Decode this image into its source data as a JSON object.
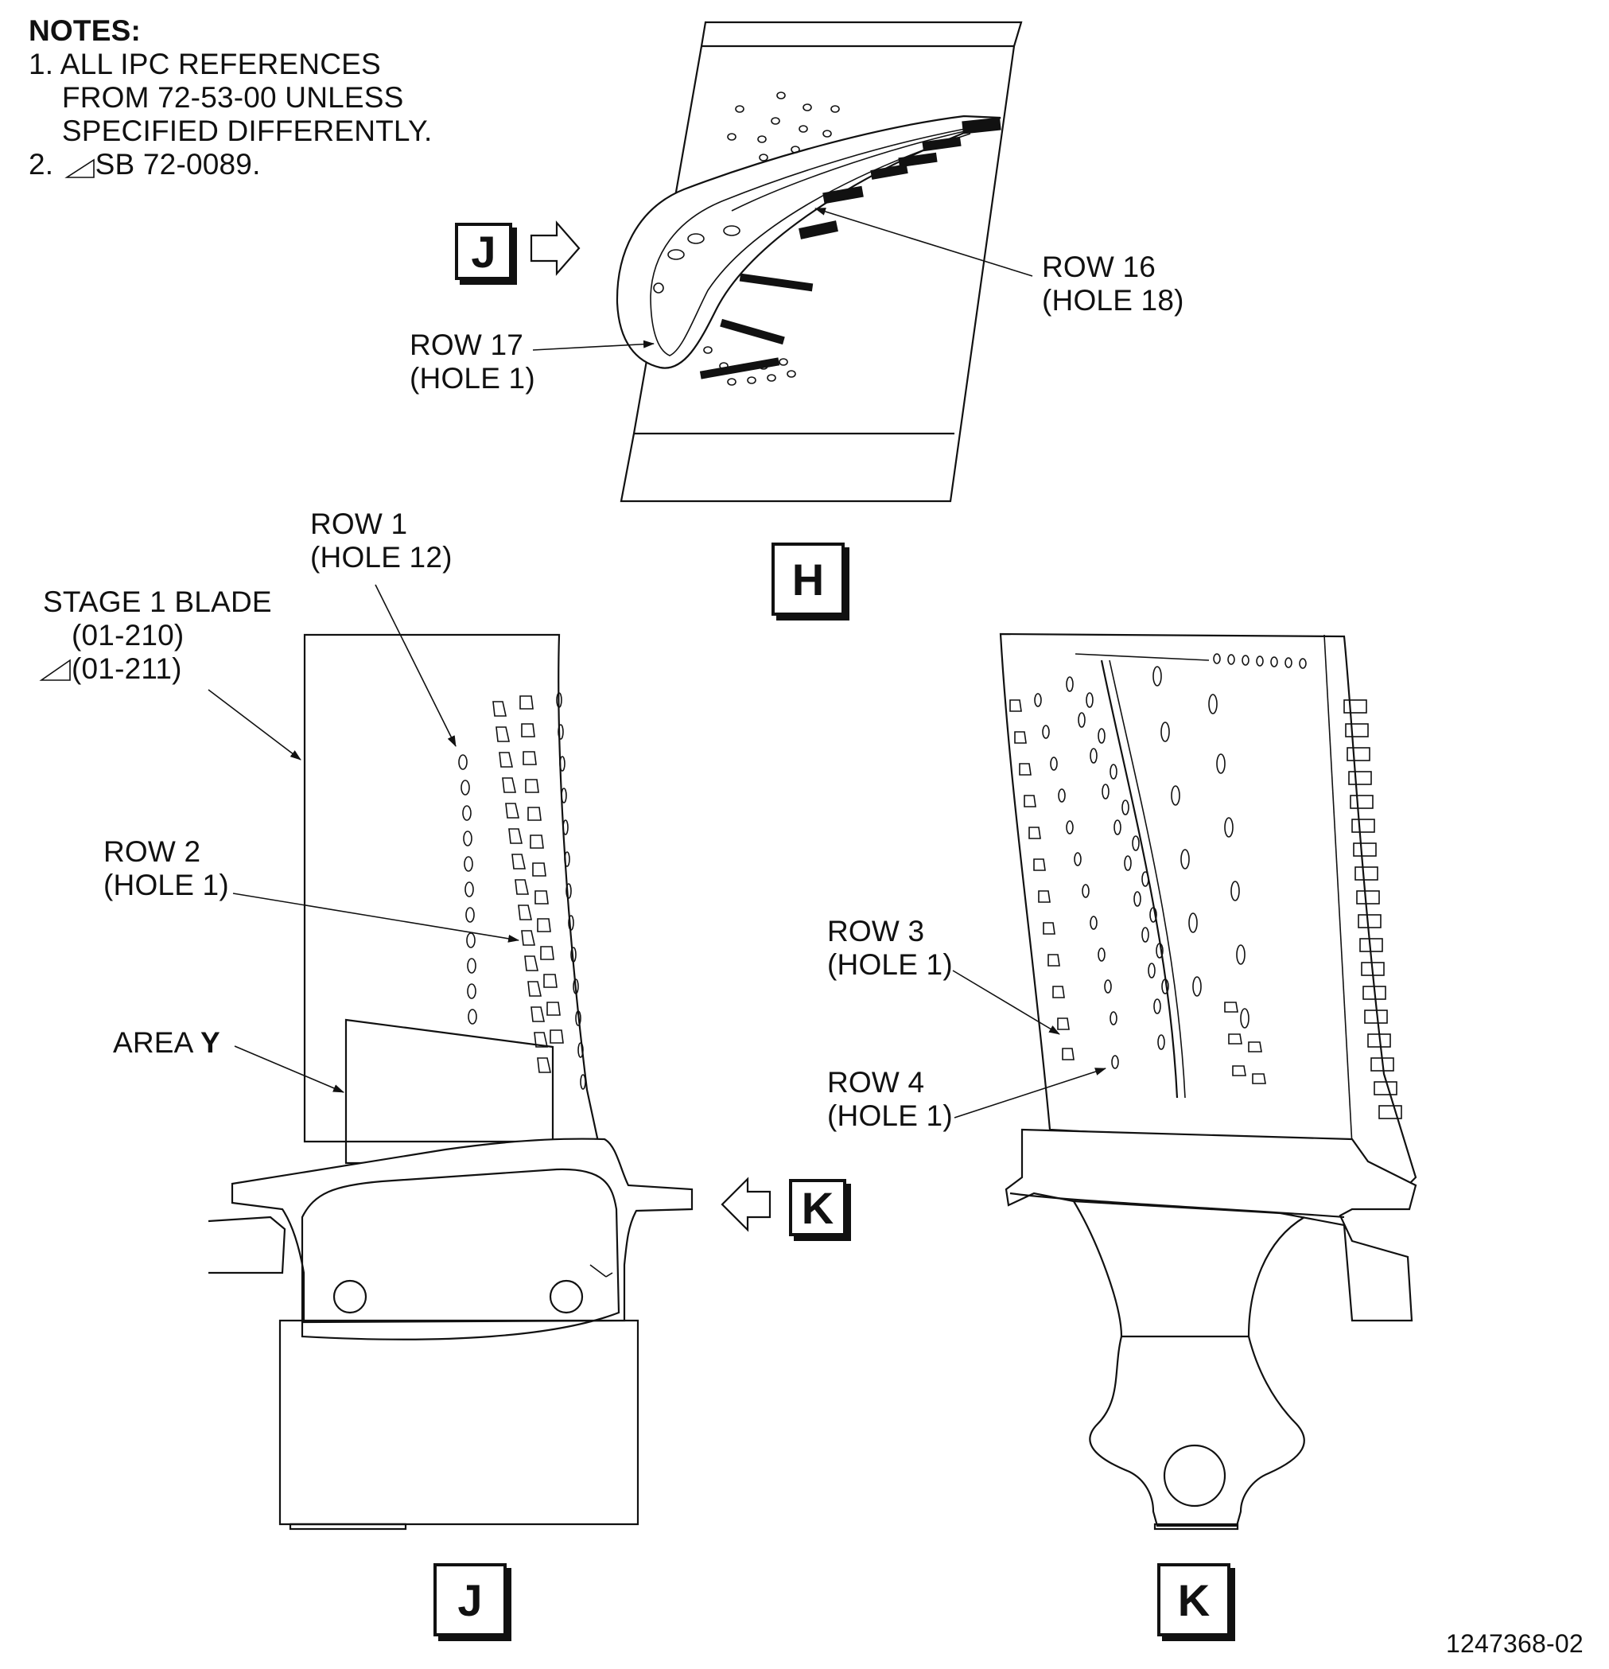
{
  "notes": {
    "title": "NOTES:",
    "line1": "1. ALL IPC REFERENCES",
    "line2": "    FROM 72-53-00 UNLESS",
    "line3": "    SPECIFIED DIFFERENTLY.",
    "line4": "2.     SB 72-0089."
  },
  "view_h": {
    "ref_box": "J",
    "label_box": "H",
    "row16": "ROW 16",
    "row16_hole": "(HOLE 18)",
    "row17": "ROW 17",
    "row17_hole": "(HOLE 1)"
  },
  "view_j": {
    "row1": "ROW 1",
    "row1_hole": "(HOLE 12)",
    "stage_blade": "STAGE 1 BLADE",
    "part1": "(01-210)",
    "part2": "(01-211)",
    "row2": "ROW 2",
    "row2_hole": "(HOLE 1)",
    "area": "AREA ",
    "area_letter": "Y",
    "ref_box": "K",
    "label_box": "J"
  },
  "view_k": {
    "row3": "ROW 3",
    "row3_hole": "(HOLE 1)",
    "row4": "ROW 4",
    "row4_hole": "(HOLE 1)",
    "label_box": "K"
  },
  "figure_number": "1247368-02"
}
